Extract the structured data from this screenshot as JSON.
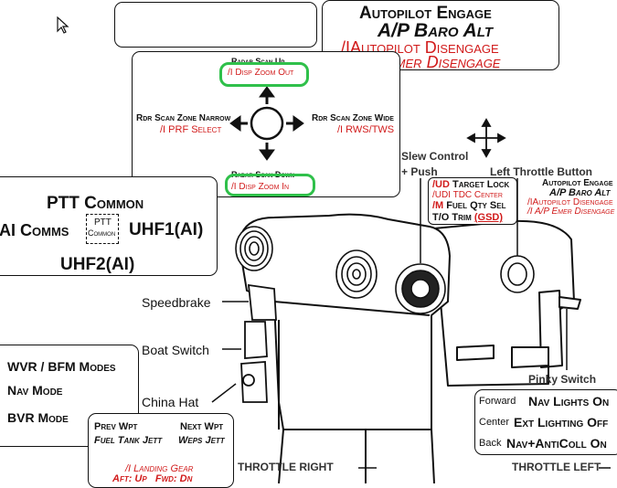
{
  "top_right_box": {
    "l1": "Autopilot Engage",
    "l2": "A/P Baro Alt",
    "l3": "/IAutopilot Disengage",
    "l4": "/I A/P Emer Disengage"
  },
  "radar_box": {
    "up_title": "Radar Scan Up",
    "up_alt": "/I Disp Zoom Out",
    "left_title": "Rdr Scan Zone Narrow",
    "left_alt": "/I PRF Select",
    "right_title": "Rdr Scan Zone Wide",
    "right_alt": "/I RWS/TWS",
    "down_title": "Radar Scan Down",
    "down_alt": "/I Disp Zoom In"
  },
  "ptt_box": {
    "top": "PTT Common",
    "left": "AI Comms",
    "center_line1": "PTT",
    "center_line2": "Common",
    "right": "UHF1(AI)",
    "bottom": "UHF2(AI)"
  },
  "slew": {
    "label_line1": "Slew Control",
    "label_line2": "+ Push"
  },
  "target_box": {
    "l1_prefix": "/UD",
    "l1": "Target Lock",
    "l2": "/UDI TDC Center",
    "l3_prefix": "/M",
    "l3": "Fuel Qty Sel",
    "l4": "T/O Trim",
    "l4_suffix": "(GSD)"
  },
  "left_throttle": {
    "label": "Left Throttle Button",
    "l1": "Autopilot Engage",
    "l2": "A/P Baro Alt",
    "l3": "/IAutopilot Disengage",
    "l4": "/I A/P Emer Disengage"
  },
  "labels": {
    "speedbrake": "Speedbrake",
    "boat_switch": "Boat Switch",
    "china_hat": "China Hat",
    "pinky_switch": "Pinky Switch",
    "throttle_right": "THROTTLE RIGHT",
    "throttle_left": "THROTTLE LEFT"
  },
  "modes_box": {
    "l1": "WVR / BFM Modes",
    "l2": "Nav Mode",
    "l3": "BVR Mode"
  },
  "china_box": {
    "prev": "Prev Wpt",
    "fuel": "Fuel Tank Jett",
    "next": "Next Wpt",
    "weps": "Weps Jett",
    "gear": "/I Landing Gear",
    "gear_dir": "Aft: Up   Fwd: Dn"
  },
  "pinky_box": {
    "rows": [
      {
        "pos": "Forward",
        "value": "Nav Lights On"
      },
      {
        "pos": "Center",
        "value": "Ext Lighting Off"
      },
      {
        "pos": "Back",
        "value": "Nav+AntiColl On"
      }
    ]
  }
}
